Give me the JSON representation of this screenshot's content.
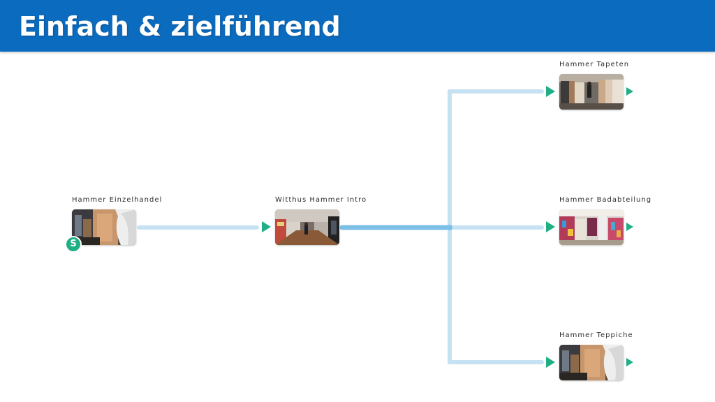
{
  "header": {
    "title": "Einfach & zielführend"
  },
  "nodes": {
    "einzelhandel": {
      "label": "Hammer Einzelhandel",
      "is_start": true,
      "start_badge": "S"
    },
    "intro": {
      "label": "Witthus Hammer Intro"
    },
    "tapeten": {
      "label": "Hammer Tapeten"
    },
    "badabteilung": {
      "label": "Hammer Badabteilung"
    },
    "teppiche": {
      "label": "Hammer Teppiche"
    }
  },
  "colors": {
    "header_bg": "#0b6bbf",
    "connector": "#c5e1f2",
    "connector_active": "#7cc0e8",
    "arrow": "#1fae85"
  }
}
